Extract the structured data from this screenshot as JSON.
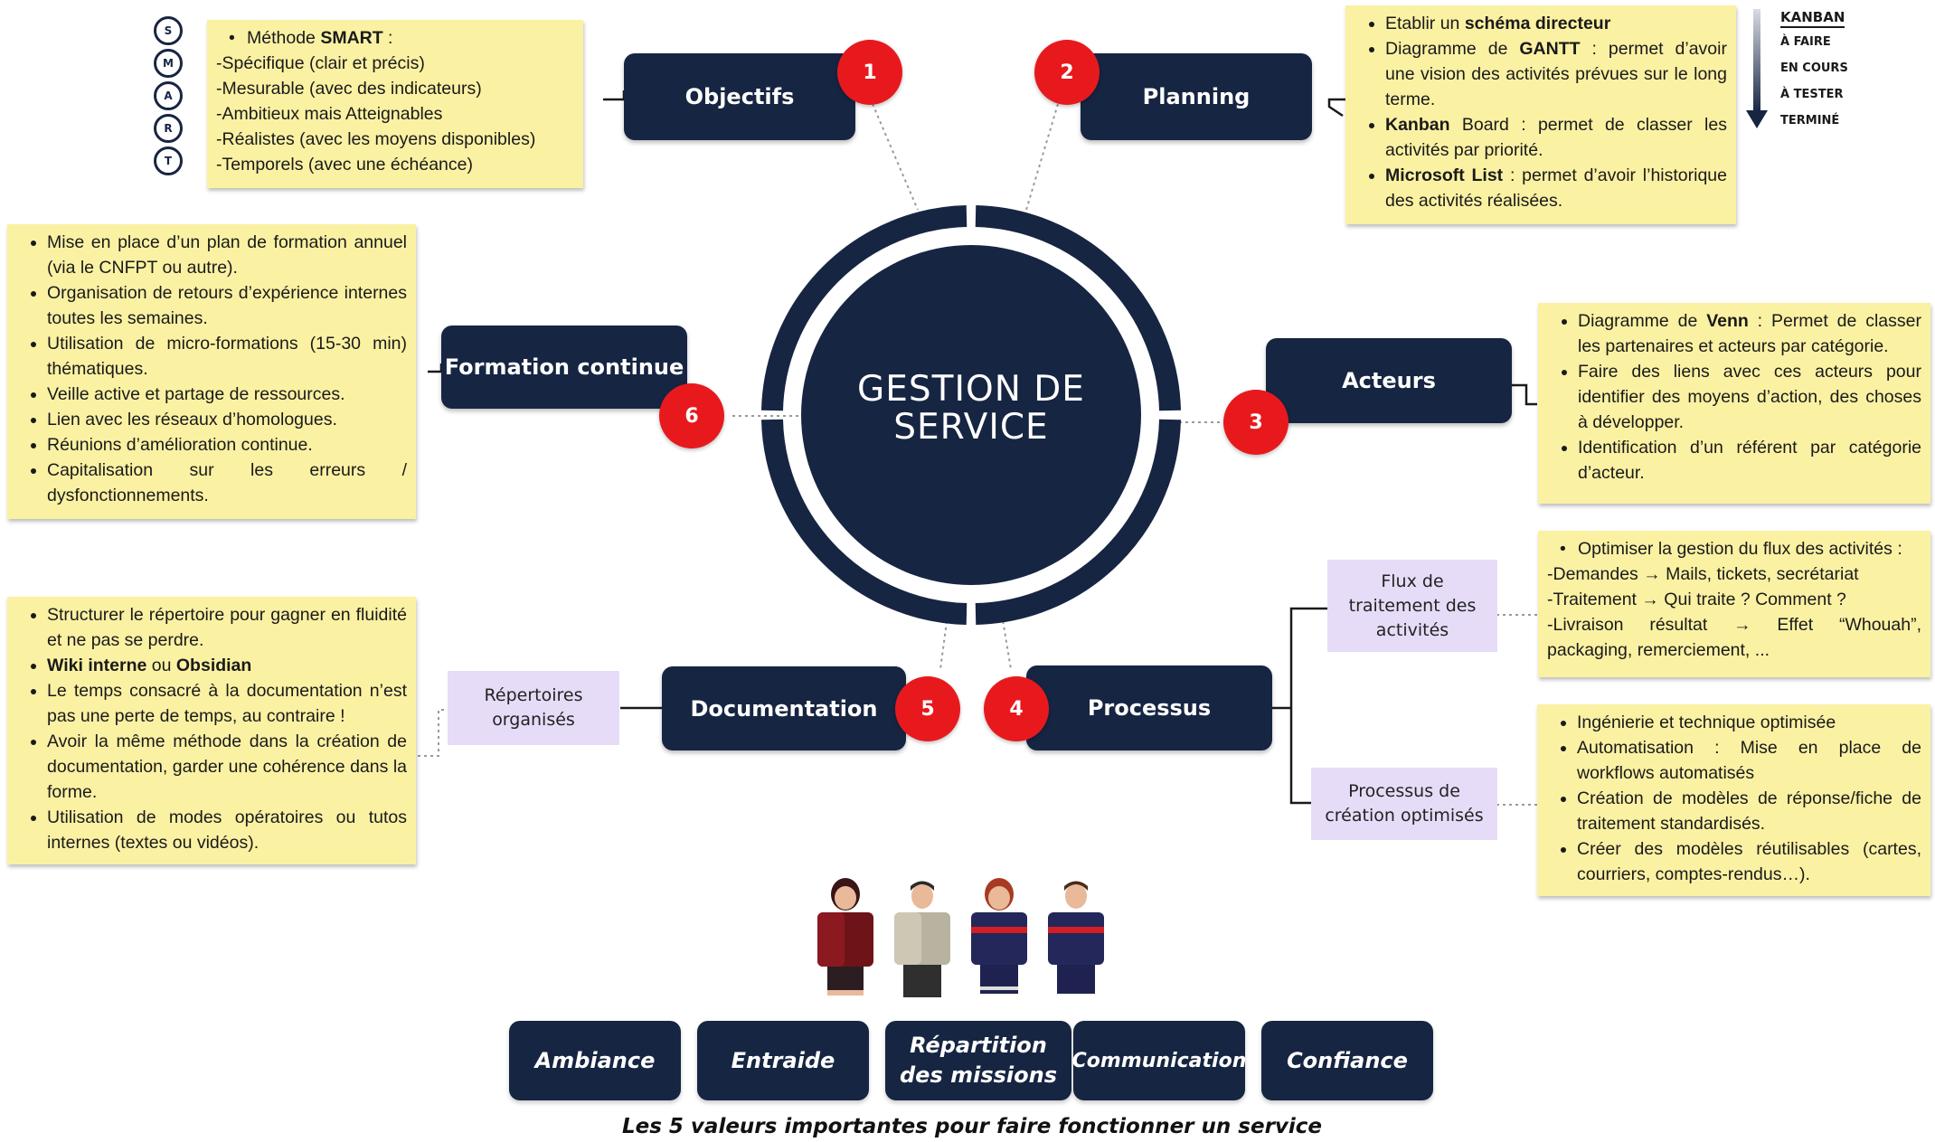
{
  "center": {
    "line1": "GESTION DE",
    "line2": "SERVICE"
  },
  "sections": {
    "objectifs": {
      "label": "Objectifs",
      "number": "1"
    },
    "planning": {
      "label": "Planning",
      "number": "2"
    },
    "acteurs": {
      "label": "Acteurs",
      "number": "3"
    },
    "processus": {
      "label": "Processus",
      "number": "4"
    },
    "documentation": {
      "label": "Documentation",
      "number": "5"
    },
    "formation": {
      "label": "Formation continue",
      "number": "6"
    }
  },
  "smart": {
    "letters": [
      "S",
      "M",
      "A",
      "R",
      "T"
    ],
    "title_prefix": "Méthode ",
    "title_bold": "SMART",
    "title_suffix": " :",
    "lines": [
      "-Spécifique (clair et précis)",
      "-Mesurable (avec des indicateurs)",
      "-Ambitieux mais Atteignables",
      "-Réalistes (avec les moyens disponibles)",
      "-Temporels (avec une échéance)"
    ]
  },
  "planning_note": {
    "item1_a": "Etablir un ",
    "item1_b": "schéma directeur",
    "item2_a": "Diagramme de ",
    "item2_b": "GANTT",
    "item2_c": " : permet d’avoir une vision des activités prévues sur le long terme.",
    "item3_a": "Kanban",
    "item3_b": " Board : permet de classer les activités par priorité.",
    "item4_a": "Microsoft List",
    "item4_b": " : permet d’avoir l’historique des activités réalisées."
  },
  "kanban": {
    "title": "KANBAN",
    "steps": [
      "À FAIRE",
      "EN COURS",
      "À TESTER",
      "TERMINÉ"
    ]
  },
  "acteurs_note": {
    "item1_a": "Diagramme de ",
    "item1_b": "Venn",
    "item1_c": " : Permet de classer les partenaires et acteurs par catégorie.",
    "item2": "Faire des liens avec ces acteurs pour identifier des moyens d’action, des choses à développer.",
    "item3": "Identification d’un référent par catégorie d’acteur."
  },
  "formation_note": [
    "Mise en place d’un plan de formation annuel (via le CNFPT ou autre).",
    "Organisation de retours d’expérience internes toutes les semaines.",
    "Utilisation de micro-formations (15-30 min) thématiques.",
    "Veille active et partage de ressources.",
    "Lien avec les réseaux d’homologues.",
    "Réunions d’amélioration continue.",
    "Capitalisation sur les erreurs / dysfonctionnements."
  ],
  "documentation_note": {
    "item1": "Structurer le répertoire pour gagner en fluidité et ne pas se perdre.",
    "item2_a": "Wiki interne",
    "item2_b": " ou ",
    "item2_c": "Obsidian",
    "item3": "Le temps consacré à la documentation n’est pas une perte de temps, au contraire !",
    "item4": "Avoir la même méthode dans la création de documentation, garder une cohérence dans la forme.",
    "item5": "Utilisation de modes opératoires ou tutos internes (textes ou vidéos)."
  },
  "tags": {
    "repertoires": "Répertoires organisés",
    "flux": "Flux de traitement des activités",
    "processus_creation": "Processus de création optimisés"
  },
  "flux_note": {
    "title": "Optimiser la gestion du flux des activités :",
    "lines": [
      "-Demandes → Mails, tickets, secrétariat",
      "-Traitement → Qui traite ? Comment ?",
      "-Livraison résultat → Effet “Whouah”, packaging, remerciement, ..."
    ]
  },
  "creation_note": [
    "Ingénierie et technique optimisée",
    "Automatisation : Mise en place de workflows automatisés",
    "Création de modèles de réponse/fiche de traitement standardisés.",
    "Créer des modèles réutilisables (cartes, courriers, comptes-rendus…)."
  ],
  "values": [
    "Ambiance",
    "Entraide",
    "Répartition des missions",
    "Communication",
    "Confiance"
  ],
  "values_caption": "Les 5 valeurs importantes pour faire fonctionner un service",
  "colors": {
    "navy": "#162542",
    "badge_red": "#e8191d",
    "note_yellow": "#fbf1a3",
    "tag_purple": "#e6dcf7"
  }
}
